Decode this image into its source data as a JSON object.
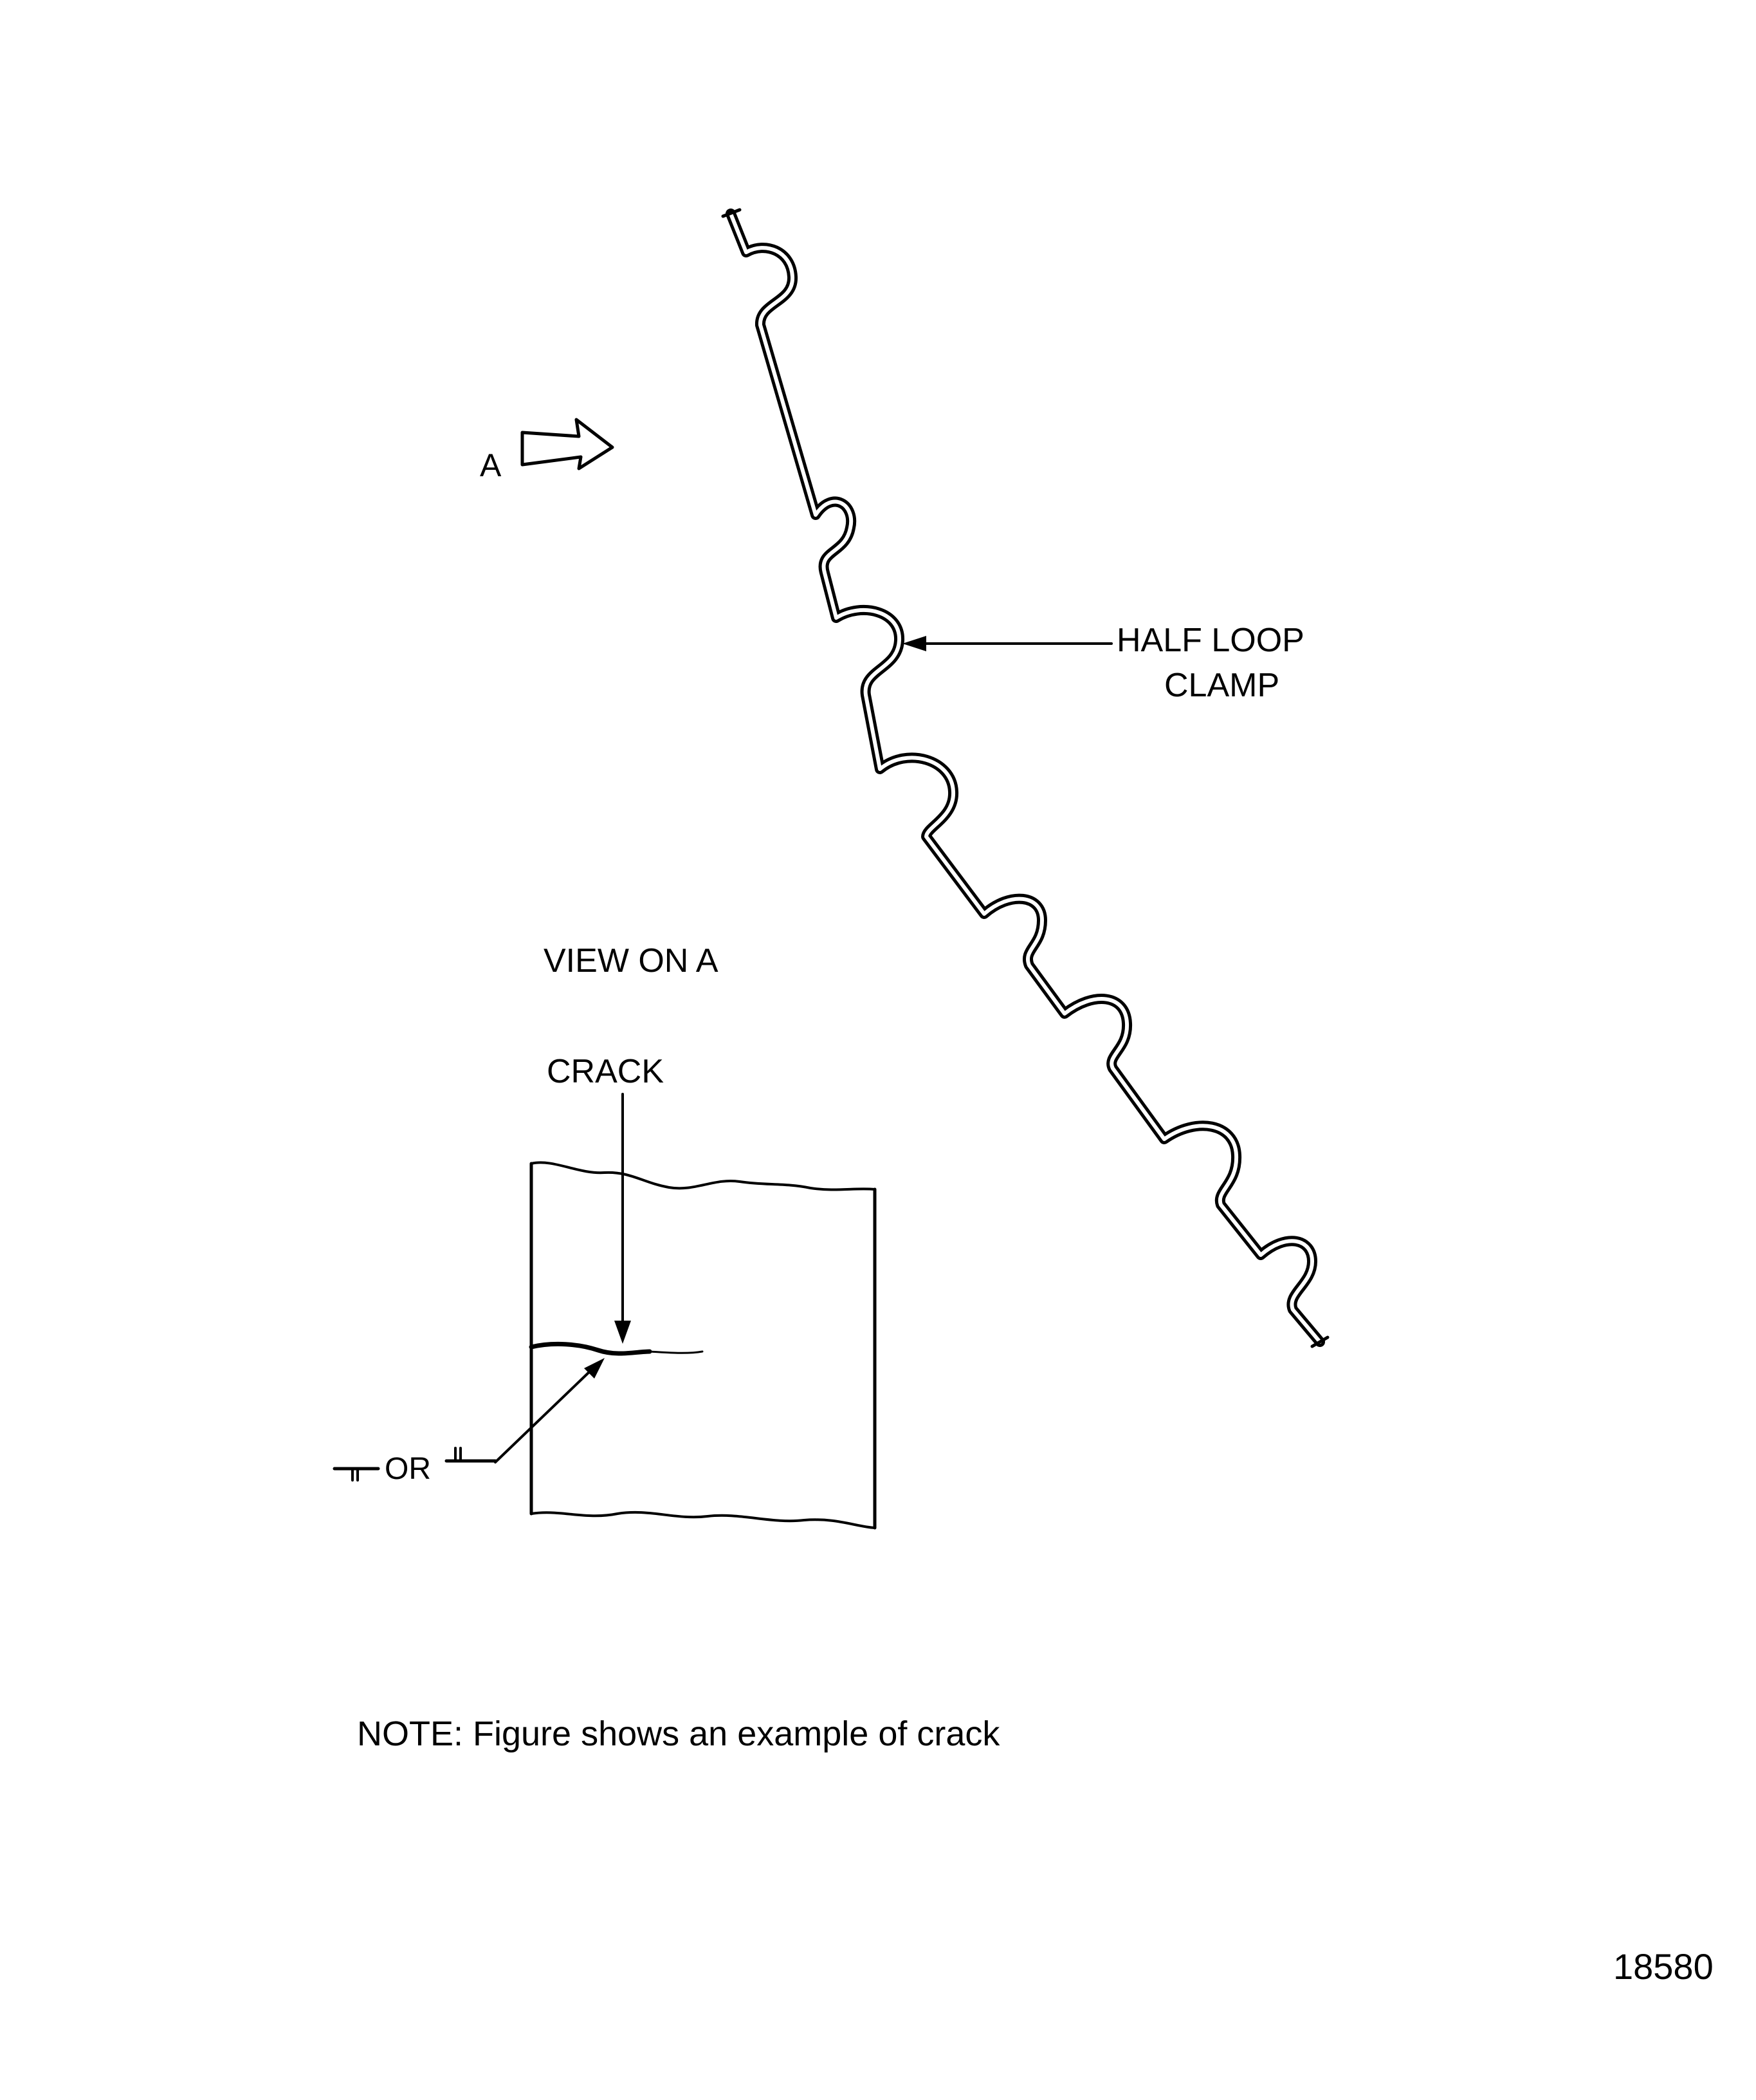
{
  "labels": {
    "view_marker": "A",
    "half_loop_line1": "HALF LOOP",
    "half_loop_line2": "CLAMP",
    "view_on_a": "VIEW ON A",
    "crack": "CRACK",
    "symbol_or": "OR",
    "note": "NOTE: Figure shows an example of crack",
    "figure_number": "18580"
  },
  "colors": {
    "ink": "#000000",
    "background": "#ffffff"
  }
}
